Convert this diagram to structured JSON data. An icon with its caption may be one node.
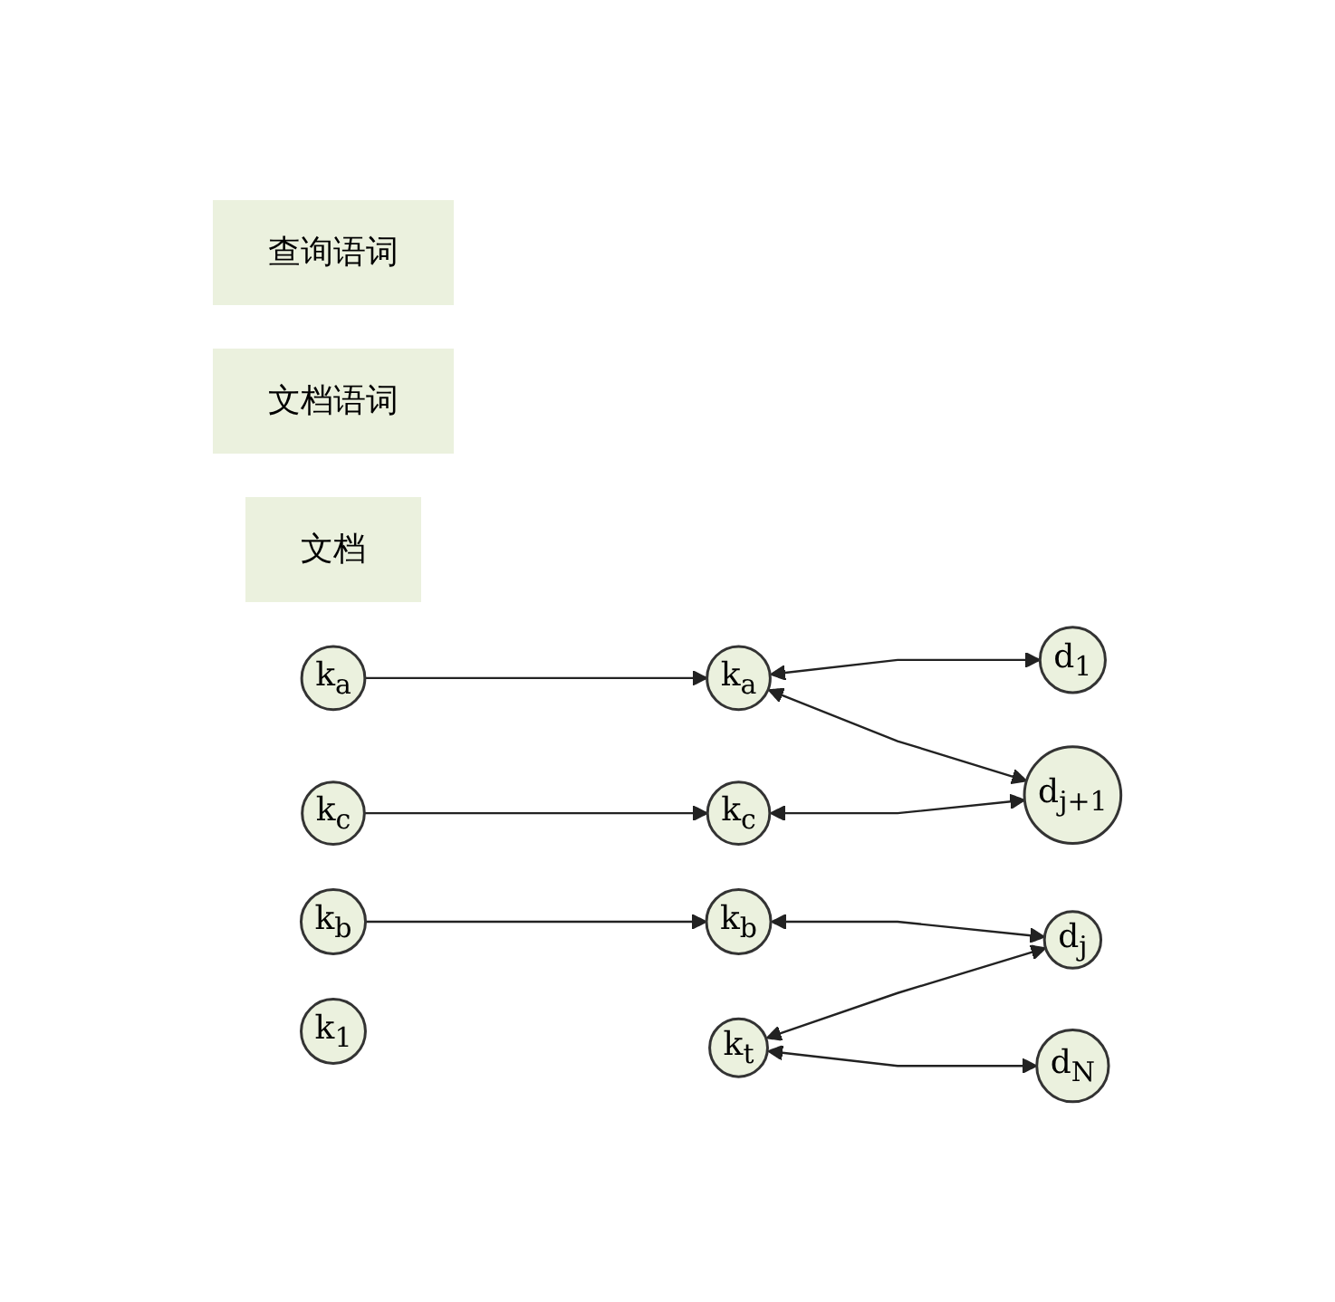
{
  "diagram": {
    "nodes": [
      {
        "text": [
          "查询语词"
        ]
      },
      {
        "text": [
          "文档语词"
        ]
      },
      {
        "text": [
          "文档"
        ]
      },
      {
        "text": [
          "k$_{a}$"
        ]
      },
      {
        "text": [
          "k$_{b}$"
        ]
      },
      {
        "text": [
          "k$_{c}$"
        ]
      },
      {
        "text": [
          "k$_{1}$"
        ]
      },
      {
        "text": [
          "k$_{a}$"
        ]
      },
      {
        "text": [
          "k$_{b}$"
        ]
      },
      {
        "text": [
          "k$_{c}$"
        ]
      },
      {
        "text": [
          "k$_{t}$"
        ]
      },
      {
        "text": [
          "d$_{1}$"
        ]
      },
      {
        "text": [
          "d$_{j}$"
        ]
      },
      {
        "text": [
          "d$_{j+1}$"
        ]
      },
      {
        "text": [
          "d$_{N}$"
        ]
      }
    ],
    "edges": [
      {
        "from": 3,
        "to": 7,
        "arrow": "to"
      },
      {
        "from": 4,
        "to": 8,
        "arrow": "to"
      },
      {
        "from": 5,
        "to": 9,
        "arrow": "to"
      },
      {
        "from": 7,
        "to": 11,
        "arrow": "both"
      },
      {
        "from": 7,
        "to": 13,
        "arrow": "both"
      },
      {
        "from": 8,
        "to": 12,
        "arrow": "both"
      },
      {
        "from": 9,
        "to": 13,
        "arrow": "both"
      },
      {
        "from": 10,
        "to": 12,
        "arrow": "both"
      },
      {
        "from": 10,
        "to": 14,
        "arrow": "both"
      }
    ]
  }
}
